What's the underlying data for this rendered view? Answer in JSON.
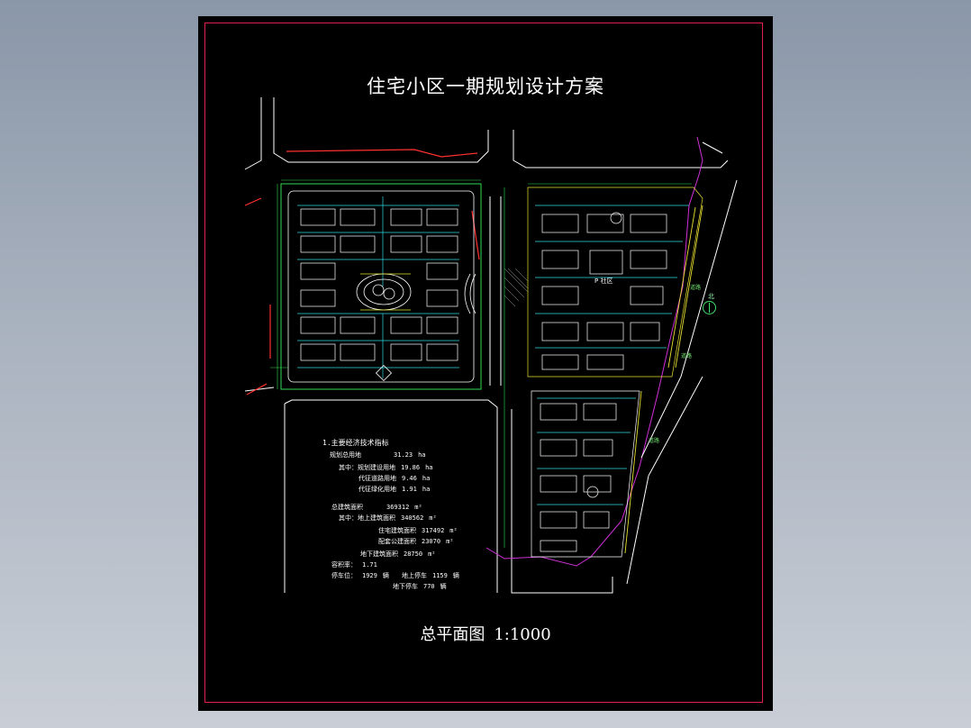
{
  "drawing": {
    "title": "住宅小区一期规划设计方案",
    "caption_main": "总平面图",
    "caption_scale": "1:1000",
    "north_label": "北",
    "zone_label": "P 社区",
    "road_labels": [
      "道路",
      "道路",
      "道路"
    ],
    "colors": {
      "background": "#000000",
      "frame": "#e0204a",
      "text": "#ffffff",
      "road_lines": "#ffffff",
      "buildings": "#ffffff",
      "green_dims": "#2fdc4f",
      "cyan_walls": "#2fd8e0",
      "yellow_lines": "#e8e030",
      "magenta_line": "#d030d8",
      "red_line": "#ff3030"
    }
  },
  "stats": {
    "header": "1.主要经济技术指标",
    "rows": [
      {
        "label": "规划总用地",
        "value": "31.23",
        "unit": "ha"
      },
      {
        "label": "其中：规划建设用地",
        "value": "19.86",
        "unit": "ha"
      },
      {
        "label": "代征道路用地",
        "value": "9.46",
        "unit": "ha"
      },
      {
        "label": "代征绿化用地",
        "value": "1.91",
        "unit": "ha"
      },
      {
        "label": "总建筑面积",
        "value": "369312",
        "unit": "m²"
      },
      {
        "label": "其中：地上建筑面积",
        "value": "340562",
        "unit": "m²"
      },
      {
        "label": "住宅建筑面积",
        "value": "317492",
        "unit": "m²"
      },
      {
        "label": "配套公建面积",
        "value": "23070",
        "unit": "m²"
      },
      {
        "label": "地下建筑面积",
        "value": "28750",
        "unit": "m²"
      },
      {
        "label": "容积率：",
        "value": "1.71",
        "unit": ""
      },
      {
        "label": "停车位：",
        "value": "1929",
        "unit": "辆"
      },
      {
        "label": "地上停车",
        "value": "1159",
        "unit": "辆"
      },
      {
        "label": "地下停车",
        "value": "770",
        "unit": "辆"
      }
    ]
  }
}
